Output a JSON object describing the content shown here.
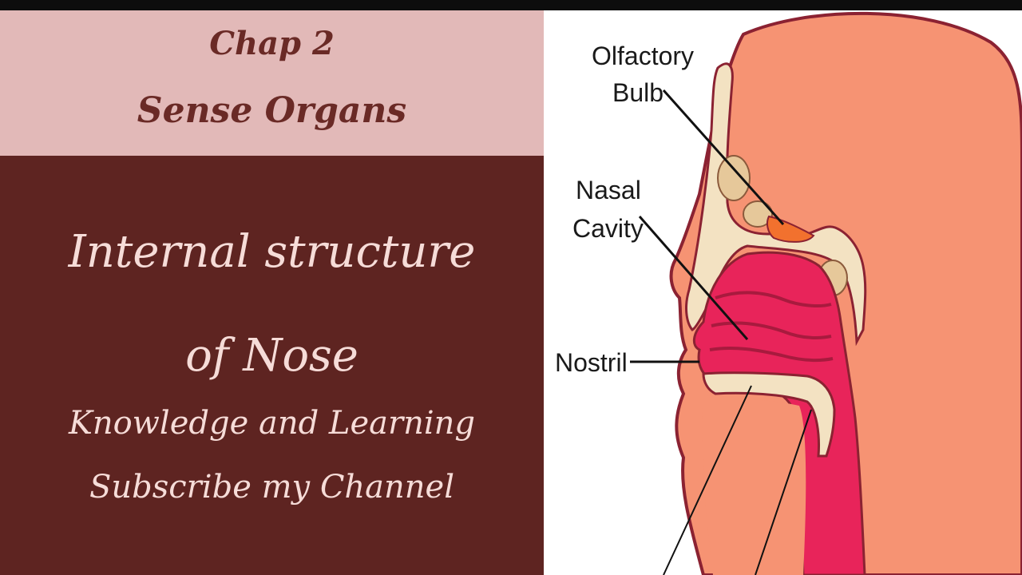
{
  "left": {
    "chapter": "Chap 2",
    "subject": "Sense Organs",
    "title_line1": "Internal structure",
    "title_line2": "of Nose",
    "channel": "Knowledge and Learning",
    "cta": "Subscribe my Channel"
  },
  "diagram": {
    "labels": {
      "olfactory_1": "Olfactory",
      "olfactory_2": "Bulb",
      "nasal_1": "Nasal",
      "nasal_2": "Cavity",
      "nostril": "Nostril"
    }
  },
  "colors": {
    "header_band": "#e2b9b8",
    "main_band": "#5e2421",
    "head_skin": "#f69373",
    "cavity": "#e8245a",
    "bone": "#f3e2c2"
  }
}
